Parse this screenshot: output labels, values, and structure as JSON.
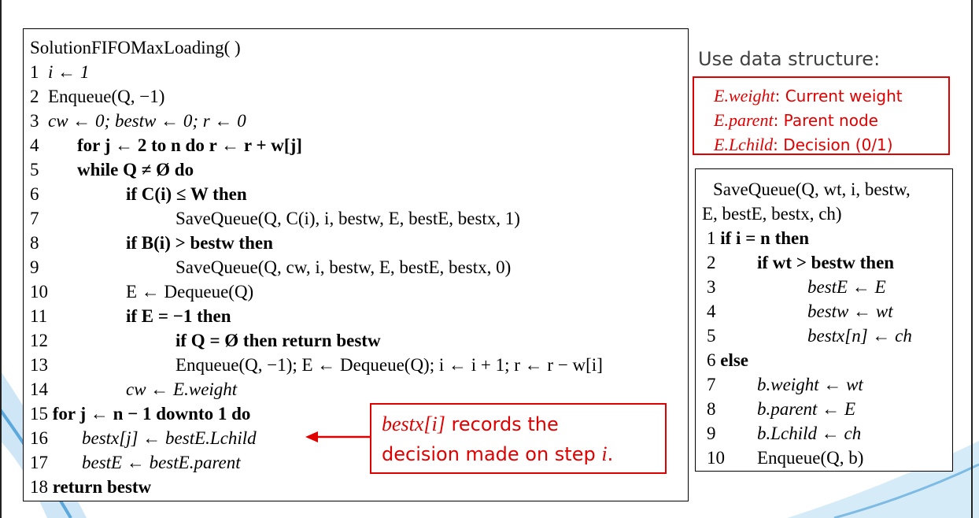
{
  "algorithm": {
    "title": "SolutionFIFOMaxLoading( )",
    "lines": [
      {
        "num": "1",
        "text": "i ← 1"
      },
      {
        "num": "2",
        "text": "Enqueue(Q, −1)"
      },
      {
        "num": "3",
        "text": "cw ← 0; bestw ← 0; r ← 0"
      },
      {
        "num": "4",
        "text": "for j ← 2 to n do r ← r + w[j]"
      },
      {
        "num": "5",
        "text": "while Q ≠ Ø do"
      },
      {
        "num": "6",
        "text": "if C(i) ≤ W then"
      },
      {
        "num": "7",
        "text": "SaveQueue(Q, C(i), i, bestw, E, bestE, bestx, 1)"
      },
      {
        "num": "8",
        "text": "if B(i) > bestw then"
      },
      {
        "num": "9",
        "text": "SaveQueue(Q, cw, i, bestw, E, bestE, bestx, 0)"
      },
      {
        "num": "10",
        "text": "E ← Dequeue(Q)"
      },
      {
        "num": "11",
        "text": "if E = −1 then"
      },
      {
        "num": "12",
        "text": "if Q = Ø then return bestw"
      },
      {
        "num": "13",
        "text": "Enqueue(Q, −1); E ← Dequeue(Q); i ← i + 1;  r ← r − w[i]"
      },
      {
        "num": "14",
        "text": "cw ← E.weight"
      },
      {
        "num": "15",
        "text": "for j ← n − 1 downto 1 do"
      },
      {
        "num": "16",
        "text": "bestx[j] ← bestE.Lchild"
      },
      {
        "num": "17",
        "text": "bestE ← bestE.parent"
      },
      {
        "num": "18",
        "text": "return bestw"
      }
    ]
  },
  "data_structure": {
    "title": "Use data structure:",
    "items": [
      {
        "field": "E.weight",
        "desc": ": Current weight"
      },
      {
        "field": "E.parent",
        "desc": ": Parent node"
      },
      {
        "field": "E.Lchild",
        "desc": ": Decision (0/1)"
      }
    ]
  },
  "save_queue": {
    "header_1": "SaveQueue(Q, wt, i, bestw,",
    "header_2": "E, bestE, bestx, ch)",
    "lines": [
      {
        "num": "1",
        "text": "if i = n then"
      },
      {
        "num": "2",
        "text": "if wt > bestw then"
      },
      {
        "num": "3",
        "text": "bestE ← E"
      },
      {
        "num": "4",
        "text": "bestw ← wt"
      },
      {
        "num": "5",
        "text": "bestx[n] ← ch"
      },
      {
        "num": "6",
        "text": "else"
      },
      {
        "num": "7",
        "text": "b.weight ← wt"
      },
      {
        "num": "8",
        "text": "b.parent ← E"
      },
      {
        "num": "9",
        "text": "b.Lchild ← ch"
      },
      {
        "num": "10",
        "text": "Enqueue(Q, b)"
      }
    ]
  },
  "callout": {
    "line_1_math": "bestx[i]",
    "line_1_text": " records the",
    "line_2_text": "decision made on step ",
    "line_2_math": "i",
    "line_2_end": "."
  },
  "colors": {
    "accent": "#e00000",
    "decor": "#8ec6ec"
  }
}
